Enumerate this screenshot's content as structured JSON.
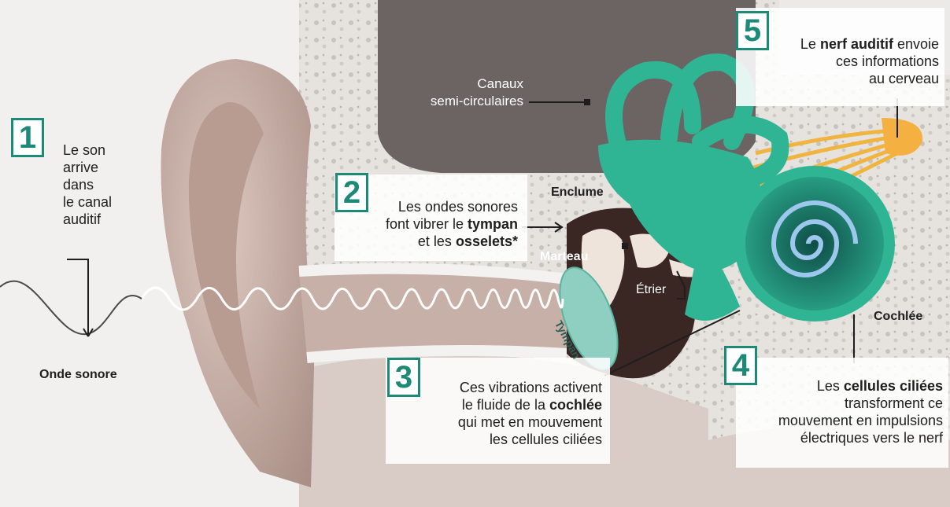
{
  "steps": [
    {
      "number": "1",
      "lines": [
        "Le son",
        "arrive",
        "dans",
        "le canal",
        "auditif"
      ]
    },
    {
      "number": "2",
      "line1": "Les ondes sonores",
      "line2_pre": "font vibrer le ",
      "line2_bold": "tympan",
      "line3_pre": "et les ",
      "line3_bold": "osselets*"
    },
    {
      "number": "3",
      "line1": "Ces vibrations activent",
      "line2_pre": "le fluide de la ",
      "line2_bold": "cochlée",
      "line3": "qui met en mouvement",
      "line4": "les cellules ciliées"
    },
    {
      "number": "4",
      "line1_pre": "Les ",
      "line1_bold": "cellules ciliées",
      "line2": "transforment ce",
      "line3": "mouvement en impulsions",
      "line4": "électriques vers le nerf"
    },
    {
      "number": "5",
      "line1_pre": "Le ",
      "line1_bold": "nerf auditif",
      "line1_post": " envoie",
      "line2": "ces informations",
      "line3": "au cerveau"
    }
  ],
  "labels": {
    "onde_sonore": "Onde sonore",
    "canaux_line1": "Canaux",
    "canaux_line2": "semi-circulaires",
    "enclume": "Enclume",
    "marteau": "Marteau",
    "etrier": "Étrier",
    "tympan": "Tympan",
    "cochlee": "Cochlée"
  },
  "colors": {
    "accent": "#1d8a78",
    "labyrinth": "#2fb594",
    "skin": "#c9b0a6",
    "bone": "#e6e3df",
    "nerve": "#f0b440"
  }
}
